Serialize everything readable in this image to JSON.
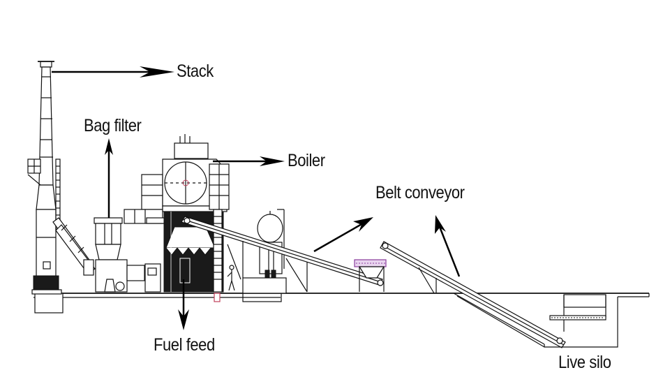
{
  "diagram": {
    "title": "Biomass boiler plant layout",
    "labels": {
      "stack": "Stack",
      "bag_filter": "Bag filter",
      "boiler": "Boiler",
      "belt_conveyor": "Belt conveyor",
      "fuel_feed": "Fuel feed",
      "live_silo": "Live silo"
    },
    "colors": {
      "line": "#111111",
      "background": "#ffffff",
      "accent_purple": "#8a3d9c",
      "accent_red": "#c0405a"
    }
  }
}
